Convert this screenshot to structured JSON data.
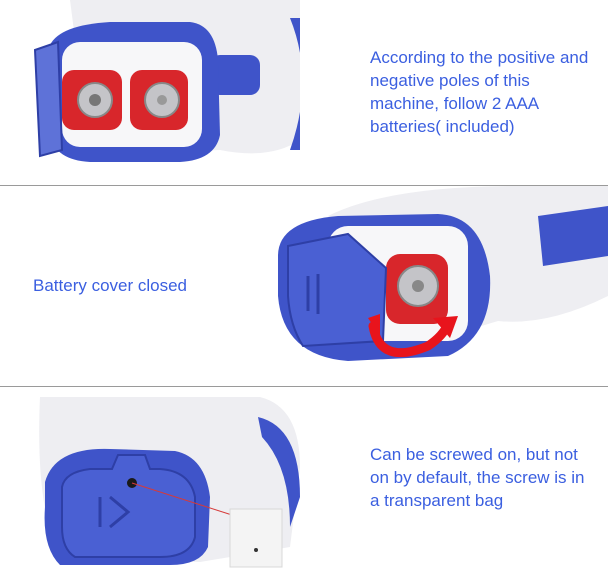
{
  "panels": [
    {
      "caption": "According to the positive and negative poles of this machine, follow 2 AAA batteries( included)"
    },
    {
      "caption": "Battery cover closed"
    },
    {
      "caption": "Can be screwed on, but not on by default, the screw is in a transparent bag"
    }
  ],
  "colors": {
    "caption_text": "#3b5fe0",
    "device_blue": "#3f54c9",
    "device_white": "#f2f2f4",
    "battery_red": "#d8262b",
    "arrow_red": "#e8141c",
    "divider": "#9a9a9a"
  }
}
